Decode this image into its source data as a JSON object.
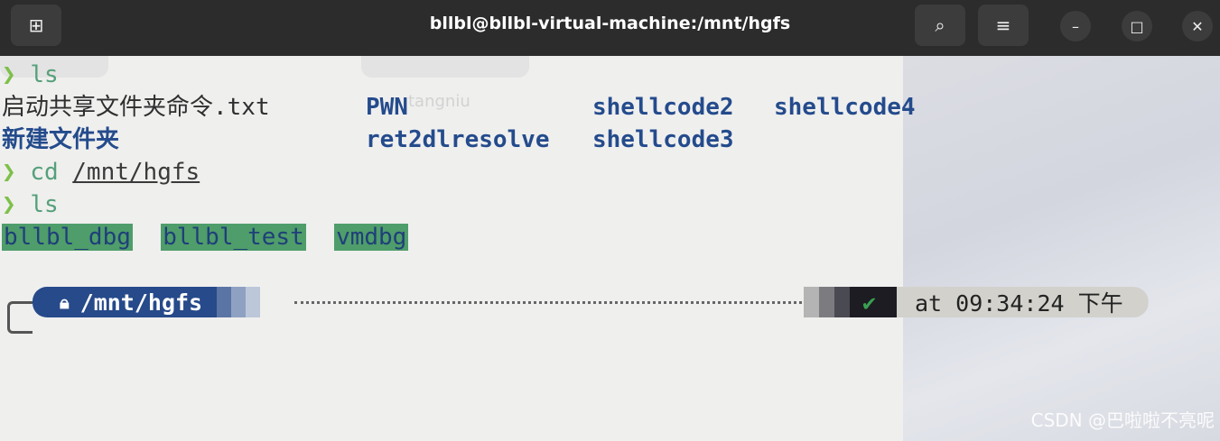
{
  "window": {
    "title": "bllbl@bllbl-virtual-machine:/mnt/hgfs",
    "new_tab_icon": "new-tab-icon",
    "search_icon": "search-icon",
    "menu_icon": "hamburger-icon",
    "minimize_icon": "minimize-icon",
    "maximize_icon": "maximize-icon",
    "close_icon": "close-icon"
  },
  "terminal": {
    "prompt_symbol": "❯",
    "lines": [
      {
        "cmd": "ls"
      },
      {
        "files": [
          "启动共享文件夹命令.txt",
          "PWN",
          "shellcode2",
          "shellcode4"
        ]
      },
      {
        "files": [
          "新建文件夹",
          "ret2dlresolve",
          "shellcode3"
        ]
      },
      {
        "cmd": "cd",
        "arg": "/mnt/hgfs"
      },
      {
        "cmd": "ls"
      },
      {
        "files": [
          "bllbl_dbg",
          "bllbl_test",
          "vmdbg"
        ]
      }
    ],
    "statusline": {
      "path": "/mnt/hgfs",
      "status": "✔",
      "time": "at 09:34:24 下午",
      "dir_color": "#264a8a"
    }
  },
  "background": {
    "ghost_text": "tangniu"
  },
  "watermark": "CSDN @巴啦啦不亮呢"
}
